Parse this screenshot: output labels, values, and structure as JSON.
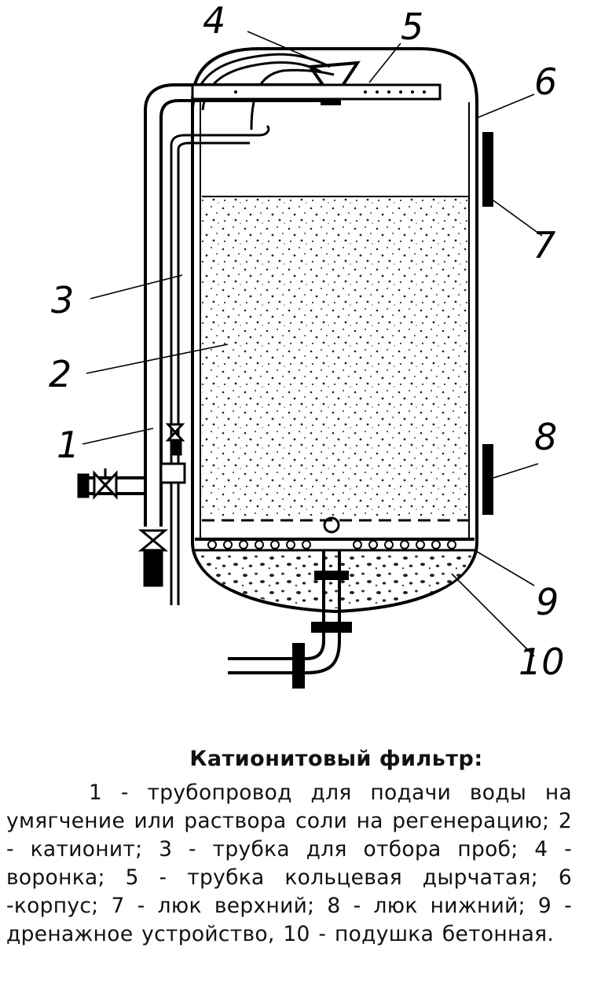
{
  "diagram": {
    "callouts": [
      {
        "id": "1",
        "text": "1"
      },
      {
        "id": "2",
        "text": "2"
      },
      {
        "id": "3",
        "text": "3"
      },
      {
        "id": "4",
        "text": "4"
      },
      {
        "id": "5",
        "text": "5"
      },
      {
        "id": "6",
        "text": "6"
      },
      {
        "id": "7",
        "text": "7"
      },
      {
        "id": "8",
        "text": "8"
      },
      {
        "id": "9",
        "text": "9"
      },
      {
        "id": "10",
        "text": "10"
      }
    ]
  },
  "caption": {
    "title": "Катионитовый фильтр:",
    "body": "1 - трубопровод для подачи воды на умягчение или раствора соли на регенерацию; 2 - катионит; 3 - трубка для отбора проб; 4 - воронка; 5 - трубка кольцевая дырчатая; 6 -корпус; 7 - люк верхний; 8 - люк нижний; 9 - дренажное устройство, 10 - подушка бетонная."
  }
}
